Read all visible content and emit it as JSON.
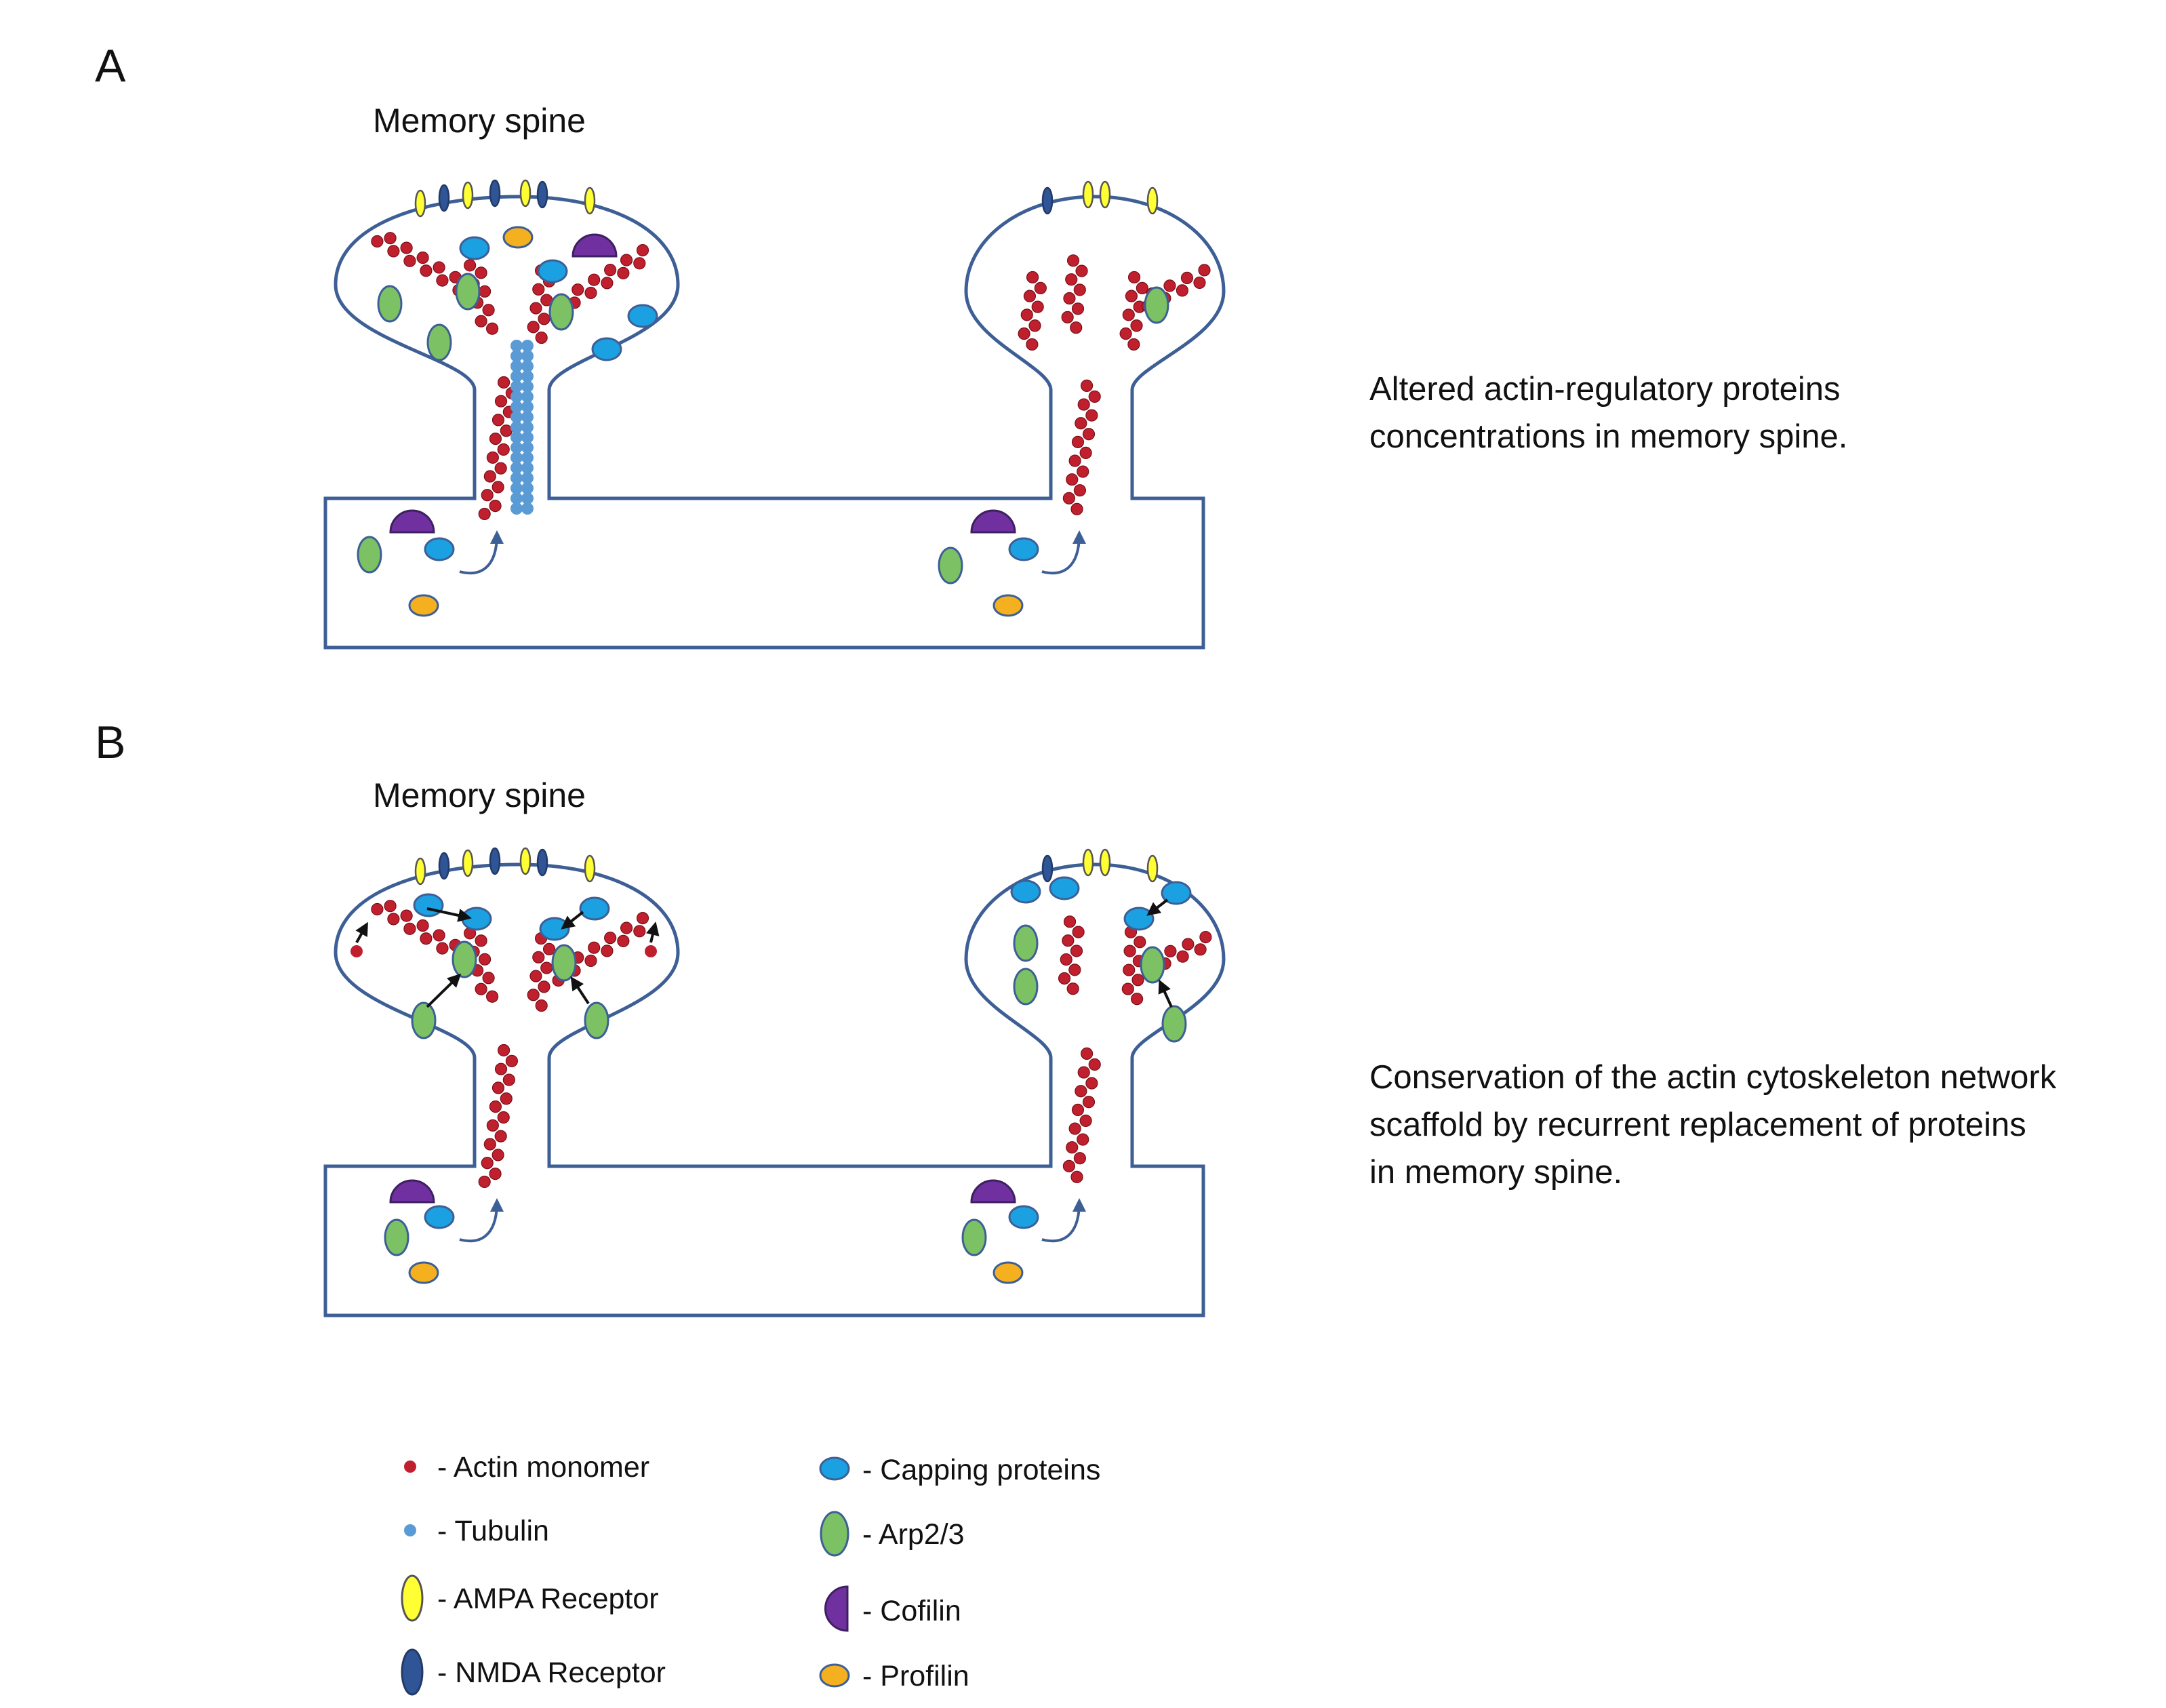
{
  "panels": [
    {
      "letter": "A",
      "spine_label": "Memory spine",
      "description": [
        "Altered actin-regulatory proteins",
        "concentrations in memory spine."
      ]
    },
    {
      "letter": "B",
      "spine_label": "Memory spine",
      "description": [
        "Conservation of the actin cytoskeleton network",
        "scaffold by recurrent replacement of proteins",
        "in memory spine."
      ]
    }
  ],
  "legend": [
    {
      "label": "- Actin monomer",
      "icon": "actin-monomer",
      "color": "#c0202e"
    },
    {
      "label": "- Tubulin",
      "icon": "tubulin",
      "color": "#5b9bd5"
    },
    {
      "label": "- AMPA Receptor",
      "icon": "ampa-receptor",
      "color": "#ffff33"
    },
    {
      "label": "- NMDA Receptor",
      "icon": "nmda-receptor",
      "color": "#2f5597"
    },
    {
      "label": "- Capping proteins",
      "icon": "capping-protein",
      "color": "#1ba1e2"
    },
    {
      "label": "- Arp2/3",
      "icon": "arp23",
      "color": "#7cc264"
    },
    {
      "label": "- Cofilin",
      "icon": "cofilin",
      "color": "#7030a0"
    },
    {
      "label": "- Profilin",
      "icon": "profilin",
      "color": "#f5b020"
    }
  ],
  "colors": {
    "outline": "#3d5f96",
    "actin": "#c0202e",
    "tubulin": "#5b9bd5",
    "ampa": "#ffff33",
    "nmda": "#2f5597",
    "capping": "#1ba1e2",
    "arp": "#7cc264",
    "cofilin": "#7030a0",
    "profilin": "#f5b020"
  }
}
